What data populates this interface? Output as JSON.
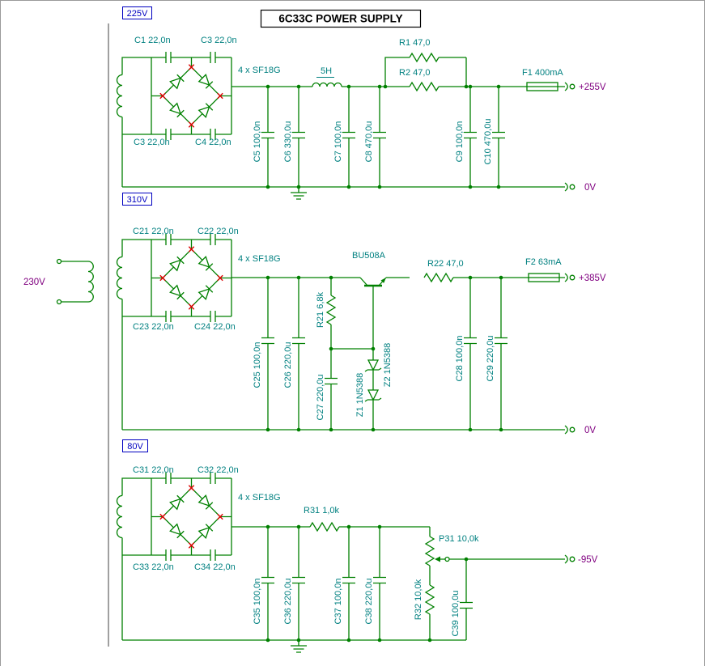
{
  "title": "6C33C POWER SUPPLY",
  "primary": {
    "voltage": "230V"
  },
  "sections": [
    {
      "winding": "225V",
      "cap_tl": "C1 22,0n",
      "cap_tr": "C3 22,0n",
      "cap_bl": "C3 22,0n",
      "cap_br": "C4 22,0n",
      "bridge": "4 x SF18G",
      "inductor": "5H",
      "r_top": "R1 47,0",
      "r_main": "R2 47,0",
      "fuse": "F1 400mA",
      "out": "+255V",
      "zero": "0V",
      "c_a": "C5 100,0n",
      "c_b": "C6 330,0u",
      "c_c": "C7 100,0n",
      "c_d": "C8 470,0u",
      "c_e": "C9 100,0n",
      "c_f": "C10 470,0u"
    },
    {
      "winding": "310V",
      "cap_tl": "C21 22,0n",
      "cap_tr": "C22 22,0n",
      "cap_bl": "C23 22,0n",
      "cap_br": "C24 22,0n",
      "bridge": "4 x SF18G",
      "transistor": "BU508A",
      "r_series": "R21 6,8k",
      "r_out": "R22 47,0",
      "zener1": "Z1 1N5388",
      "zener2": "Z2 1N5388",
      "fuse": "F2  63mA",
      "out": "+385V",
      "zero": "0V",
      "c_a": "C25 100,0n",
      "c_b": "C26 220,0u",
      "c_c": "C27 220,0u",
      "c_d": "C28 100,0n",
      "c_e": "C29 220,0u"
    },
    {
      "winding": "80V",
      "cap_tl": "C31 22,0n",
      "cap_tr": "C32 22,0n",
      "cap_bl": "C33 22,0n",
      "cap_br": "C34 22,0n",
      "bridge": "4 x SF18G",
      "r_series": "R31 1,0k",
      "pot": "P31 10,0k",
      "r_lower": "R32 10,0k",
      "out": "-95V",
      "c_a": "C35 100,0n",
      "c_b": "C36 220,0u",
      "c_c": "C37 100,0n",
      "c_d": "C38 220,0u",
      "c_e": "C39 100,0u"
    }
  ],
  "colors": {
    "wire": "#008000",
    "label": "#008080",
    "voltage": "#800080",
    "winding": "#0000c0",
    "mark": "#dd0000",
    "title": "#000000"
  }
}
